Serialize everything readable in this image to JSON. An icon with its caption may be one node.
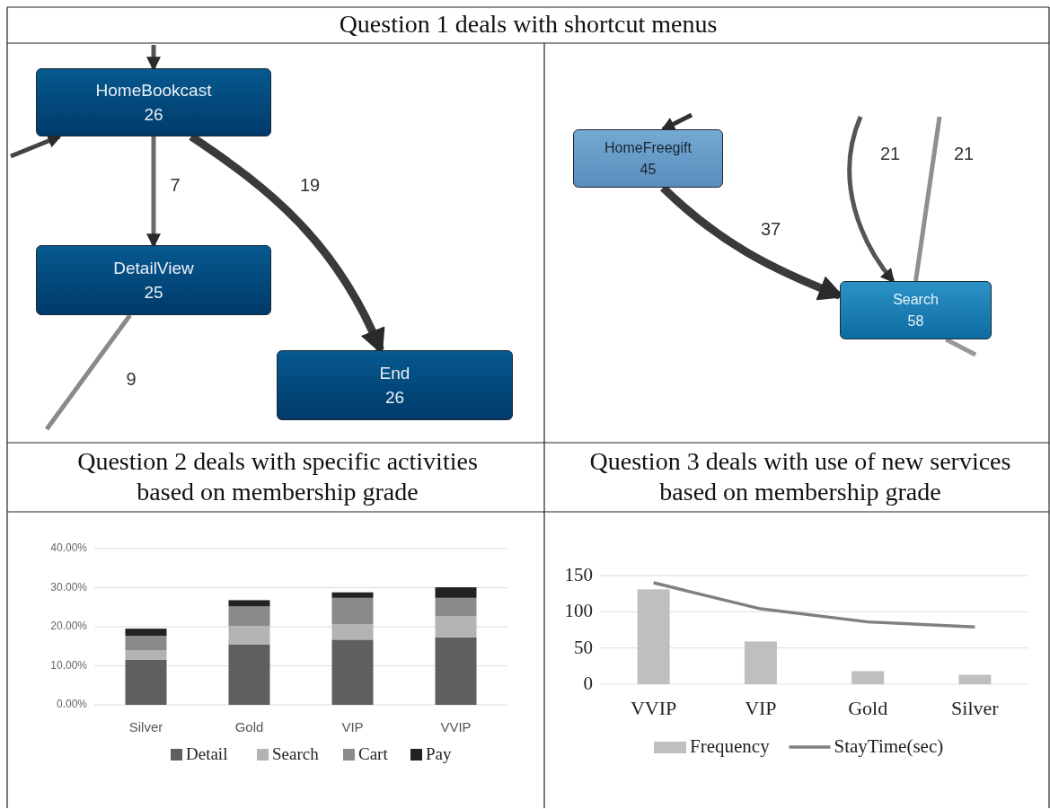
{
  "diagram": {
    "nodes": [
      {
        "text": [
          "HomeBookcast",
          "26"
        ]
      },
      {
        "text": [
          "DetailView",
          "25"
        ]
      },
      {
        "text": [
          "End",
          "26"
        ]
      },
      {
        "text": [
          "HomeFreegift",
          "45"
        ]
      },
      {
        "text": [
          "Search",
          "58"
        ]
      }
    ],
    "edges": [
      {
        "from": null,
        "to": 0,
        "arrow": "to"
      },
      {
        "from": null,
        "to": 0,
        "arrow": "to"
      },
      {
        "from": 0,
        "to": 1,
        "arrow": "to",
        "label": "7"
      },
      {
        "from": 0,
        "to": 2,
        "arrow": "to",
        "label": "19",
        "style": "thick"
      },
      {
        "from": 1,
        "to": null,
        "arrow": "none",
        "label": "9"
      },
      {
        "from": null,
        "to": 3,
        "arrow": "to"
      },
      {
        "from": 3,
        "to": 4,
        "arrow": "to",
        "label": "37",
        "style": "thick"
      },
      {
        "from": null,
        "to": 4,
        "arrow": "to",
        "label": "21"
      },
      {
        "from": 4,
        "to": null,
        "arrow": "none",
        "label": "21"
      },
      {
        "from": 4,
        "to": null,
        "arrow": "none"
      }
    ],
    "labels": [
      "Question 1 deals with shortcut menus",
      "Question 2 deals with specific activities based on membership grade",
      "Question 3 deals with use of new services based on membership grade"
    ],
    "chart_data": [
      {
        "type": "bar",
        "stacked": true,
        "grid": true,
        "legend": true,
        "categories": [
          "Silver",
          "Gold",
          "VIP",
          "VVIP"
        ],
        "ylim": [
          0,
          40
        ],
        "yticks": [
          {
            "value": 0,
            "label": "0.00%"
          },
          {
            "value": 10,
            "label": "10.00%"
          },
          {
            "value": 20,
            "label": "20.00%"
          },
          {
            "value": 30,
            "label": "30.00%"
          },
          {
            "value": 40,
            "label": "40.00%"
          }
        ],
        "series": [
          {
            "name": "Detail",
            "color": "#5f5f5f",
            "values": [
              11.5,
              15.5,
              16.7,
              17.3
            ]
          },
          {
            "name": "Search",
            "color": "#b3b3b3",
            "values": [
              2.4,
              4.7,
              4.0,
              5.4
            ]
          },
          {
            "name": "Cart",
            "color": "#8a8a8a",
            "values": [
              3.8,
              5.0,
              6.7,
              4.7
            ]
          },
          {
            "name": "Pay",
            "color": "#222222",
            "values": [
              1.8,
              1.6,
              1.4,
              2.7
            ]
          }
        ]
      },
      {
        "type": "bar",
        "grid": true,
        "legend": true,
        "categories": [
          "VVIP",
          "VIP",
          "Gold",
          "Silver"
        ],
        "ylim": [
          0,
          150
        ],
        "yticks": [
          0,
          50,
          100,
          150
        ],
        "series": [
          {
            "name": "Frequency",
            "type": "bar",
            "color": "#bfbfbf",
            "values": [
              131,
              59,
              18,
              13
            ]
          },
          {
            "name": "StayTime(sec)",
            "type": "line",
            "color": "#808080",
            "values": [
              140,
              104,
              86,
              79
            ]
          }
        ]
      }
    ]
  }
}
